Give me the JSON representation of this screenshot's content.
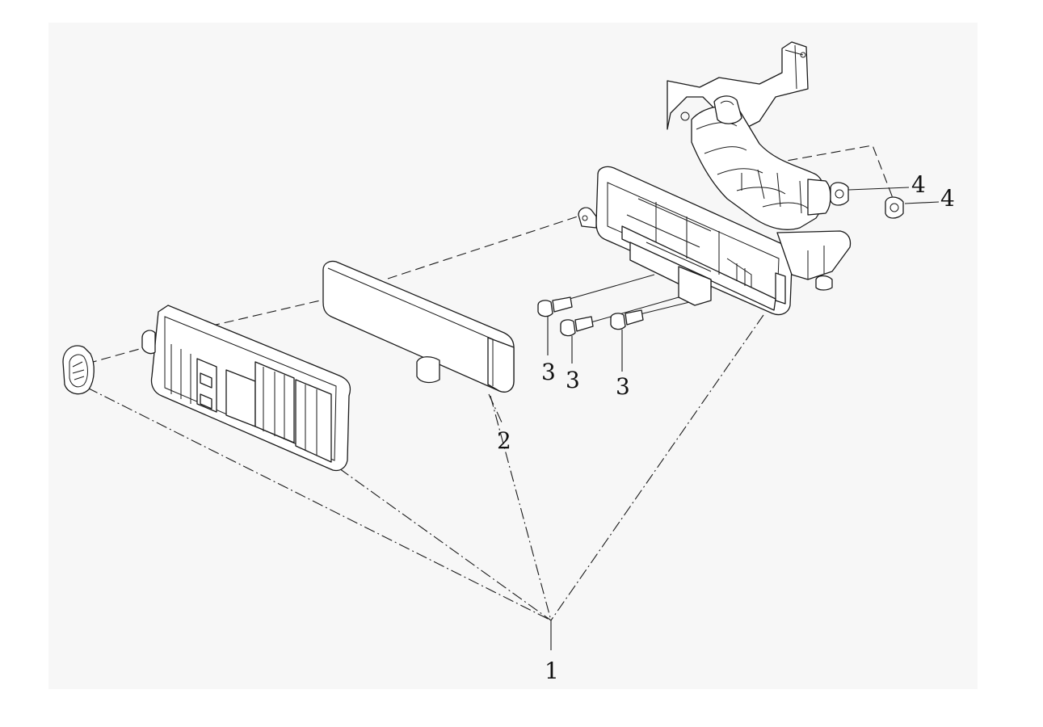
{
  "diagram": {
    "type": "exploded-parts-diagram",
    "callouts": [
      {
        "id": "c1",
        "label": "1"
      },
      {
        "id": "c2",
        "label": "2"
      },
      {
        "id": "c3a",
        "label": "3"
      },
      {
        "id": "c3b",
        "label": "3"
      },
      {
        "id": "c3c",
        "label": "3"
      },
      {
        "id": "c4a",
        "label": "4"
      },
      {
        "id": "c4b",
        "label": "4"
      }
    ]
  }
}
